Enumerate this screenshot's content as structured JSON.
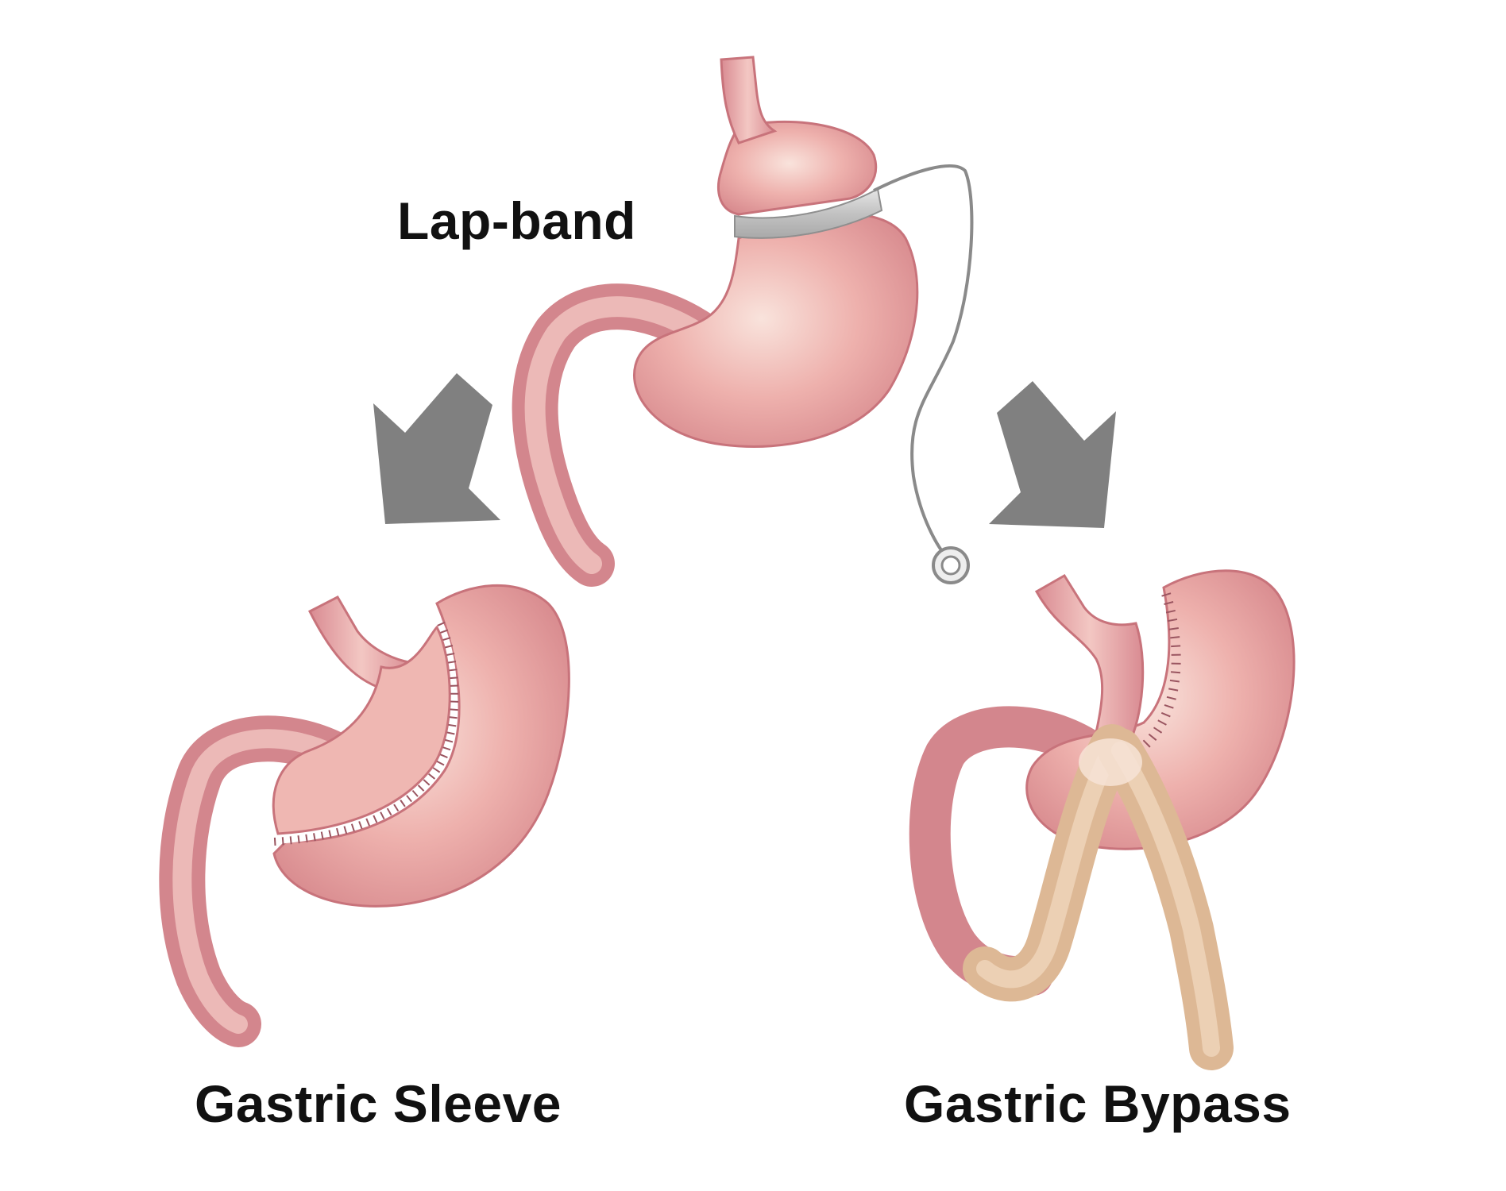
{
  "labels": {
    "top": "Lap-band",
    "bottom_left": "Gastric Sleeve",
    "bottom_right": "Gastric Bypass"
  },
  "colors": {
    "background": "#ffffff",
    "stomach": "#e59a9a",
    "stomach_highlight": "#f6d3cb",
    "stomach_shadow": "#c96f76",
    "intestine_tan": "#e3c3a1",
    "band_gray": "#c8c8c8",
    "arrow_gray": "#808080",
    "text": "#111111"
  },
  "icons": {
    "center": "stomach-with-band",
    "left": "sleeve-stomach",
    "right": "bypass-stomach",
    "arrows": "down-arrow"
  }
}
